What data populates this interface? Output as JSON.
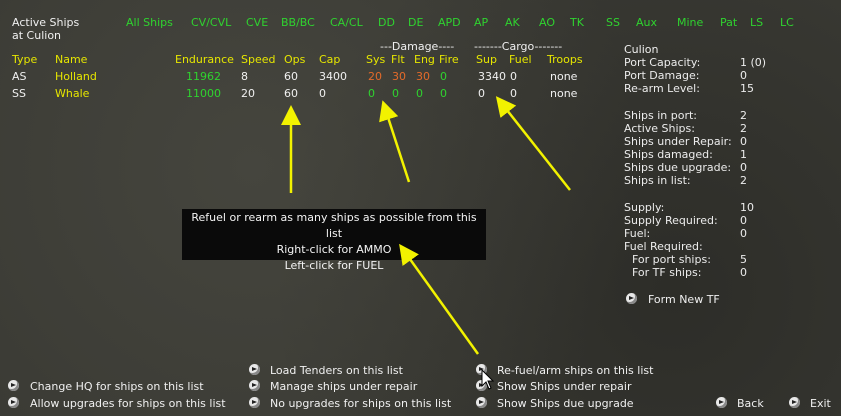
{
  "header": {
    "title_line1": "Active Ships",
    "title_line2": "at Culion",
    "filters": [
      "All Ships",
      "CV/CVL",
      "CVE",
      "BB/BC",
      "CA/CL",
      "DD",
      "DE",
      "APD",
      "AP",
      "AK",
      "AO",
      "TK",
      "SS",
      "Aux",
      "Mine",
      "Pat",
      "LS",
      "LC"
    ]
  },
  "table": {
    "group_damage": "---Damage----",
    "group_cargo": "-------Cargo-------",
    "columns": [
      "Type",
      "Name",
      "Endurance",
      "Speed",
      "Ops",
      "Cap",
      "Sys",
      "Flt",
      "Eng",
      "Fire",
      "Sup",
      "Fuel",
      "Troops"
    ],
    "rows": [
      {
        "type": "AS",
        "name": "Holland",
        "endurance": "11962",
        "speed": "8",
        "ops": "60",
        "cap": "3400",
        "sys": "20",
        "flt": "30",
        "eng": "30",
        "fire": "0",
        "sup": "3340",
        "fuel": "0",
        "troops": "none"
      },
      {
        "type": "SS",
        "name": "Whale",
        "endurance": "11000",
        "speed": "20",
        "ops": "60",
        "cap": "0",
        "sys": "0",
        "flt": "0",
        "eng": "0",
        "fire": "0",
        "sup": "0",
        "fuel": "0",
        "troops": "none"
      }
    ]
  },
  "port": {
    "name": "Culion",
    "stats1": [
      {
        "label": "Port Capacity:",
        "value": "1 (0)"
      },
      {
        "label": "Port Damage:",
        "value": "0"
      },
      {
        "label": "Re-arm Level:",
        "value": "15"
      }
    ],
    "stats2": [
      {
        "label": "Ships in port:",
        "value": "2"
      },
      {
        "label": "Active Ships:",
        "value": "2"
      },
      {
        "label": "Ships under Repair:",
        "value": "0"
      },
      {
        "label": "Ships damaged:",
        "value": "1"
      },
      {
        "label": "Ships due upgrade:",
        "value": "0"
      },
      {
        "label": "Ships in list:",
        "value": "2"
      }
    ],
    "stats3": [
      {
        "label": "Supply:",
        "value": "10"
      },
      {
        "label": "Supply Required:",
        "value": "0"
      },
      {
        "label": "Fuel:",
        "value": "0"
      },
      {
        "label": "Fuel Required:",
        "value": ""
      },
      {
        "label": "  For port ships:",
        "value": "5"
      },
      {
        "label": "  For TF ships:",
        "value": "0"
      }
    ],
    "form_tf": "Form New TF"
  },
  "tooltip": {
    "line1": "Refuel or rearm as many ships as possible from this list",
    "line2": "Right-click for AMMO",
    "line3": "Left-click for FUEL"
  },
  "actions": {
    "load_tenders": "Load Tenders on this list",
    "manage_repair": "Manage ships under repair",
    "no_upgrades": "No upgrades for ships on this list",
    "change_hq": "Change HQ for ships on this list",
    "allow_upgrades": "Allow upgrades for ships on this list",
    "refuel": "Re-fuel/arm ships on this list",
    "show_repair": "Show Ships under repair",
    "show_upgrade": "Show Ships due upgrade",
    "back": "Back",
    "exit": "Exit"
  },
  "colors": {
    "filter_green": "#2fd32f",
    "header_yellow": "#e6e600",
    "damage_orange": "#e36a2a",
    "arrow_yellow": "#f2f200"
  },
  "icons": [
    "round-arrow-button-icon",
    "mouse-cursor-icon",
    "yellow-pointer-arrow-icon"
  ]
}
